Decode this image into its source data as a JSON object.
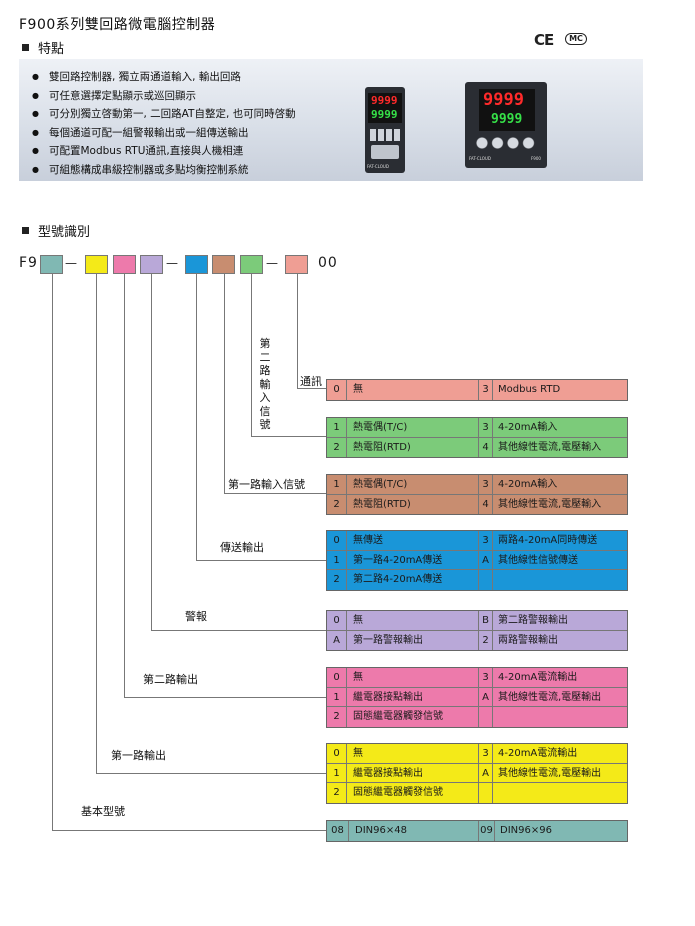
{
  "title": "F900系列雙回路微電腦控制器",
  "features": {
    "heading": "特點",
    "items": [
      "雙回路控制器, 獨立兩通道輸入, 輸出回路",
      "可任意選擇定點顯示或巡回顯示",
      "可分別獨立啓動第一, 二回路AT自整定, 也可同時啓動",
      "每個通道可配一組警報輸出或一組傳送輸出",
      "可配置Modbus RTU通訊,直接與人機相連",
      "可組態構成串級控制器或多點均衡控制系統"
    ]
  },
  "certifications": {
    "ce": "CE",
    "mc": "MC"
  },
  "devices": {
    "small": {
      "display_top": "9999",
      "display_bottom": "9999",
      "brand": "FAT-CLOUD"
    },
    "large": {
      "display_top": "9999",
      "display_bottom": "9999",
      "brand": "FAT-CLOUD",
      "model": "F900"
    }
  },
  "model_code": {
    "heading": "型號識別",
    "prefix": "F9",
    "suffix": "00",
    "box_colors": [
      "#80b8b3",
      "#f4ea18",
      "#ed7aab",
      "#b9a8d8",
      "#1a96d8",
      "#c88d70",
      "#7ccb7a",
      "#ef9e94"
    ],
    "separator": "—",
    "groups": [
      {
        "label": "通訊",
        "color": "#ef9e94",
        "rows": [
          [
            "0",
            "無",
            "3",
            "Modbus RTD"
          ]
        ]
      },
      {
        "label": "第二路輸入信號",
        "color": "#7ccb7a",
        "rows": [
          [
            "1",
            "熱電偶(T/C)",
            "3",
            "4-20mA輸入"
          ],
          [
            "2",
            "熱電阻(RTD)",
            "4",
            "其他線性電流,電壓輸入"
          ]
        ]
      },
      {
        "label": "第一路輸入信號",
        "color": "#c88d70",
        "rows": [
          [
            "1",
            "熱電偶(T/C)",
            "3",
            "4-20mA輸入"
          ],
          [
            "2",
            "熱電阻(RTD)",
            "4",
            "其他線性電流,電壓輸入"
          ]
        ]
      },
      {
        "label": "傳送輸出",
        "color": "#1a96d8",
        "rows": [
          [
            "0",
            "無傳送",
            "3",
            "兩路4-20mA同時傳送"
          ],
          [
            "1",
            "第一路4-20mA傳送",
            "A",
            "其他線性信號傳送"
          ],
          [
            "2",
            "第二路4-20mA傳送",
            "",
            ""
          ]
        ]
      },
      {
        "label": "警報",
        "color": "#b9a8d8",
        "rows": [
          [
            "0",
            "無",
            "B",
            "第二路警報輸出"
          ],
          [
            "A",
            "第一路警報輸出",
            "2",
            "兩路警報輸出"
          ]
        ]
      },
      {
        "label": "第二路輸出",
        "color": "#ed7aab",
        "rows": [
          [
            "0",
            "無",
            "3",
            "4-20mA電流輸出"
          ],
          [
            "1",
            "繼電器接點輸出",
            "A",
            "其他線性電流,電壓輸出"
          ],
          [
            "2",
            "固態繼電器觸發信號",
            "",
            ""
          ]
        ]
      },
      {
        "label": "第一路輸出",
        "color": "#f4ea18",
        "rows": [
          [
            "0",
            "無",
            "3",
            "4-20mA電流輸出"
          ],
          [
            "1",
            "繼電器接點輸出",
            "A",
            "其他線性電流,電壓輸出"
          ],
          [
            "2",
            "固態繼電器觸發信號",
            "",
            ""
          ]
        ]
      },
      {
        "label": "基本型號",
        "color": "#80b8b3",
        "rows": [
          [
            "08",
            "DIN96×48",
            "09",
            "DIN96×96"
          ]
        ]
      }
    ]
  }
}
